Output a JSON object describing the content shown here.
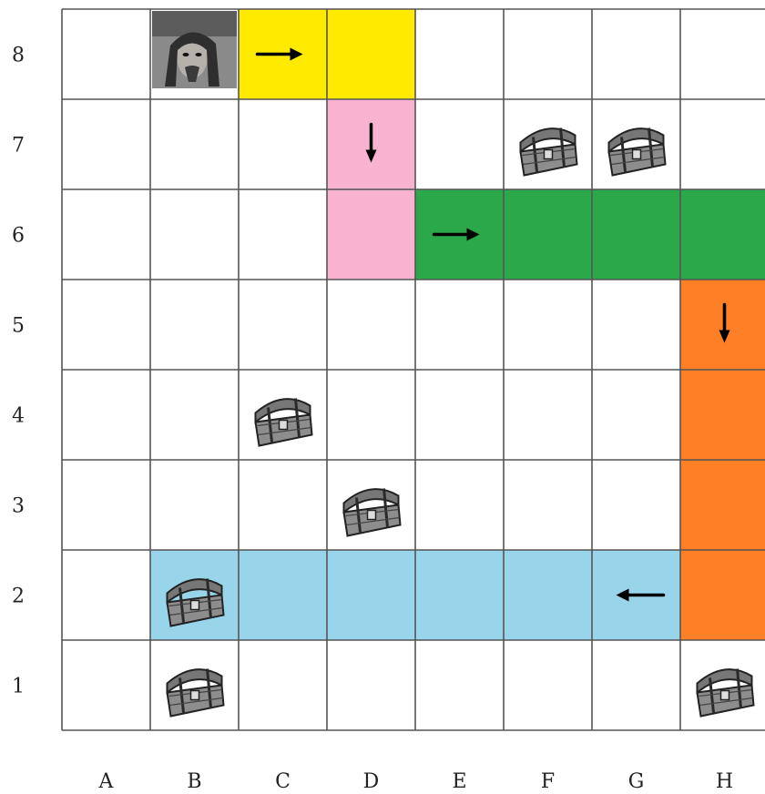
{
  "board": {
    "rows": [
      "8",
      "7",
      "6",
      "5",
      "4",
      "3",
      "2",
      "1"
    ],
    "columns": [
      "A",
      "B",
      "C",
      "D",
      "E",
      "F",
      "G",
      "H"
    ],
    "colors": {
      "yellow": "#FFEA00",
      "pink": "#F7B3CF",
      "green": "#2AA84A",
      "orange": "#FF7F27",
      "blue": "#99D5EA",
      "grid": "#555555"
    },
    "colored_cells": [
      {
        "cell": "C8",
        "color": "yellow"
      },
      {
        "cell": "D8",
        "color": "yellow"
      },
      {
        "cell": "D7",
        "color": "pink"
      },
      {
        "cell": "D6",
        "color": "pink"
      },
      {
        "cell": "E6",
        "color": "green"
      },
      {
        "cell": "F6",
        "color": "green"
      },
      {
        "cell": "G6",
        "color": "green"
      },
      {
        "cell": "H6",
        "color": "green"
      },
      {
        "cell": "H5",
        "color": "orange"
      },
      {
        "cell": "H4",
        "color": "orange"
      },
      {
        "cell": "H3",
        "color": "orange"
      },
      {
        "cell": "H2",
        "color": "orange"
      },
      {
        "cell": "B2",
        "color": "blue"
      },
      {
        "cell": "C2",
        "color": "blue"
      },
      {
        "cell": "D2",
        "color": "blue"
      },
      {
        "cell": "E2",
        "color": "blue"
      },
      {
        "cell": "F2",
        "color": "blue"
      },
      {
        "cell": "G2",
        "color": "blue"
      }
    ],
    "arrows": [
      {
        "cell": "C8",
        "direction": "right"
      },
      {
        "cell": "D7",
        "direction": "down"
      },
      {
        "cell": "E6",
        "direction": "right"
      },
      {
        "cell": "H5",
        "direction": "down"
      },
      {
        "cell": "G2",
        "direction": "left"
      }
    ],
    "pirate": {
      "cell": "B8",
      "icon": "pirate-portrait-icon"
    },
    "chests": [
      {
        "cell": "F7",
        "icon": "treasure-chest-icon"
      },
      {
        "cell": "G7",
        "icon": "treasure-chest-icon"
      },
      {
        "cell": "C4",
        "icon": "treasure-chest-icon"
      },
      {
        "cell": "D3",
        "icon": "treasure-chest-icon"
      },
      {
        "cell": "B2",
        "icon": "treasure-chest-icon"
      },
      {
        "cell": "B1",
        "icon": "treasure-chest-icon"
      },
      {
        "cell": "H1",
        "icon": "treasure-chest-icon"
      }
    ]
  }
}
